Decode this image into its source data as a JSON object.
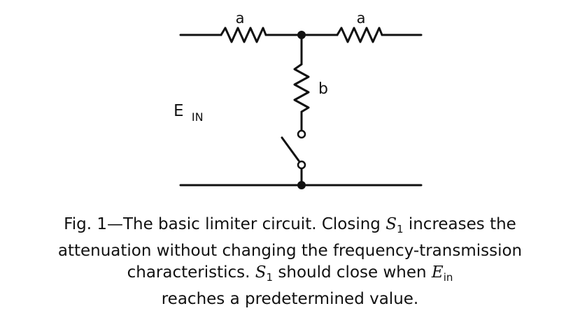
{
  "figure": {
    "labels": {
      "resistor_left": "a",
      "resistor_right": "a",
      "resistor_shunt": "b",
      "input_main": "E",
      "input_sub": "IN"
    }
  },
  "caption": {
    "line1": {
      "start": "Fig. 1—The basic limiter circuit. Closing ",
      "s_main": "S",
      "s_sub": "1",
      "end": " increases the"
    },
    "line2": "attenuation without changing the frequency-transmission",
    "line3": {
      "start": "characteristics. ",
      "s_main": "S",
      "s_sub": "1",
      "middle": " should close when ",
      "e_main": "E",
      "e_sub": "in"
    },
    "line4": "reaches a predetermined value."
  }
}
